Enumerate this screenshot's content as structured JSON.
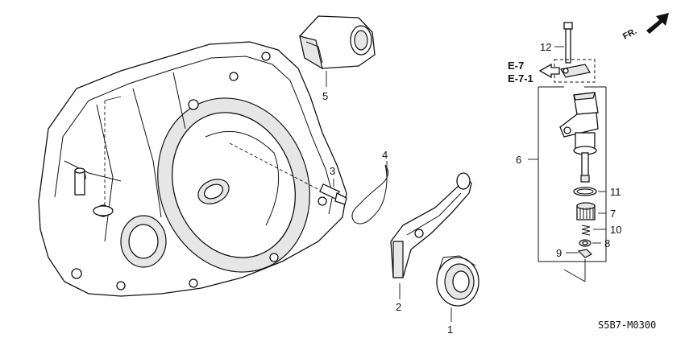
{
  "callouts": {
    "c1": "1",
    "c2": "2",
    "c3": "3",
    "c4": "4",
    "c5": "5",
    "c6": "6",
    "c7": "7",
    "c8": "8",
    "c9": "9",
    "c10": "10",
    "c11": "11",
    "c12": "12"
  },
  "refs": {
    "e7": "E-7",
    "e71": "E-7-1"
  },
  "direction_label": "FR.",
  "diagram_code": "S5B7-M0300"
}
